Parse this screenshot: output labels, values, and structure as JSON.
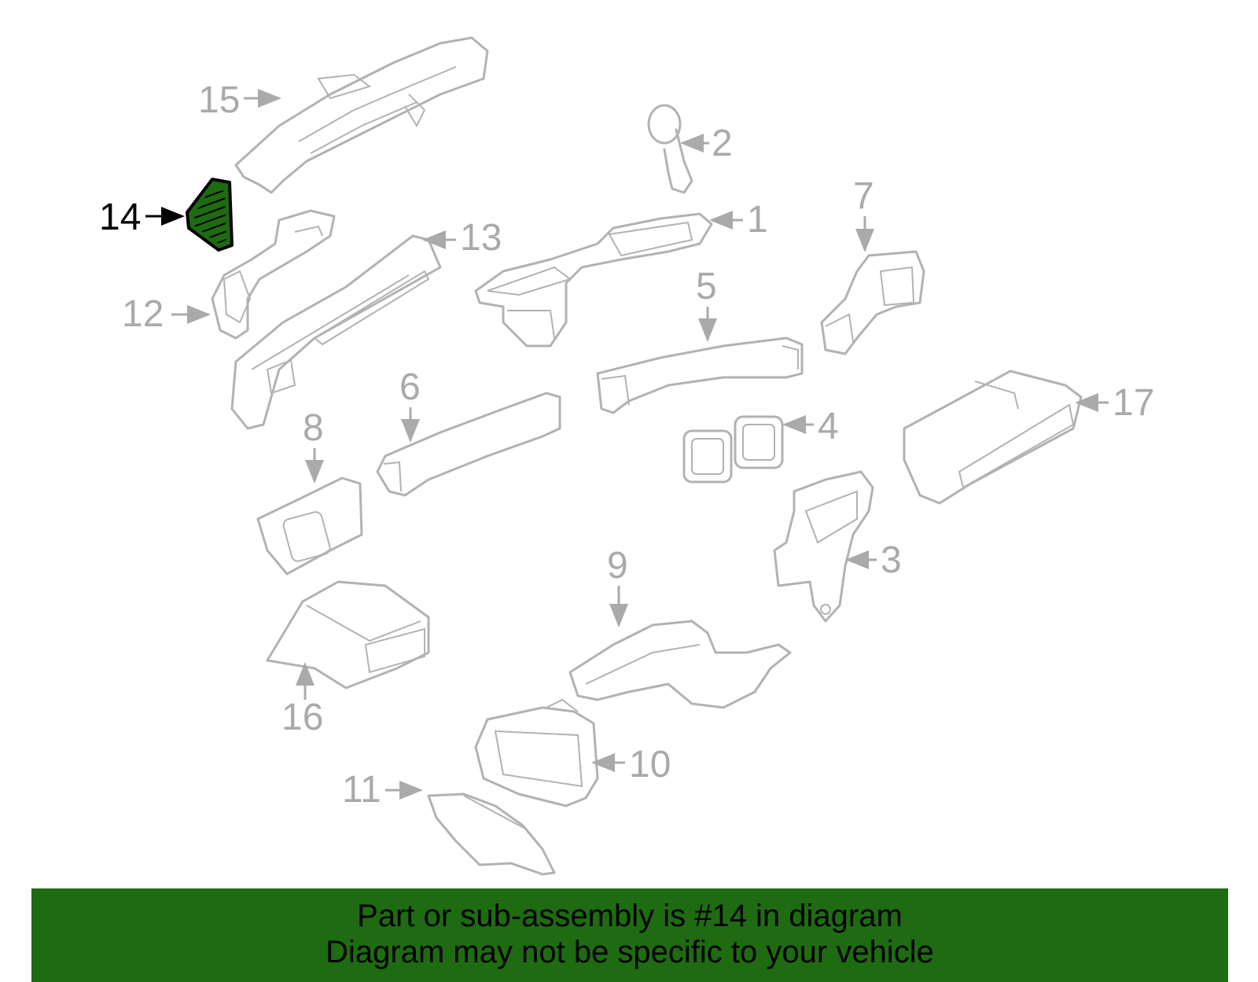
{
  "highlight_color": "#1e6b12",
  "highlighted_part": "14",
  "callouts": [
    "1",
    "2",
    "3",
    "4",
    "5",
    "6",
    "7",
    "8",
    "9",
    "10",
    "11",
    "12",
    "13",
    "14",
    "15",
    "16",
    "17"
  ],
  "banner": {
    "line1": "Part or sub-assembly is #14 in diagram",
    "line2": "Diagram may not be specific to your vehicle"
  }
}
